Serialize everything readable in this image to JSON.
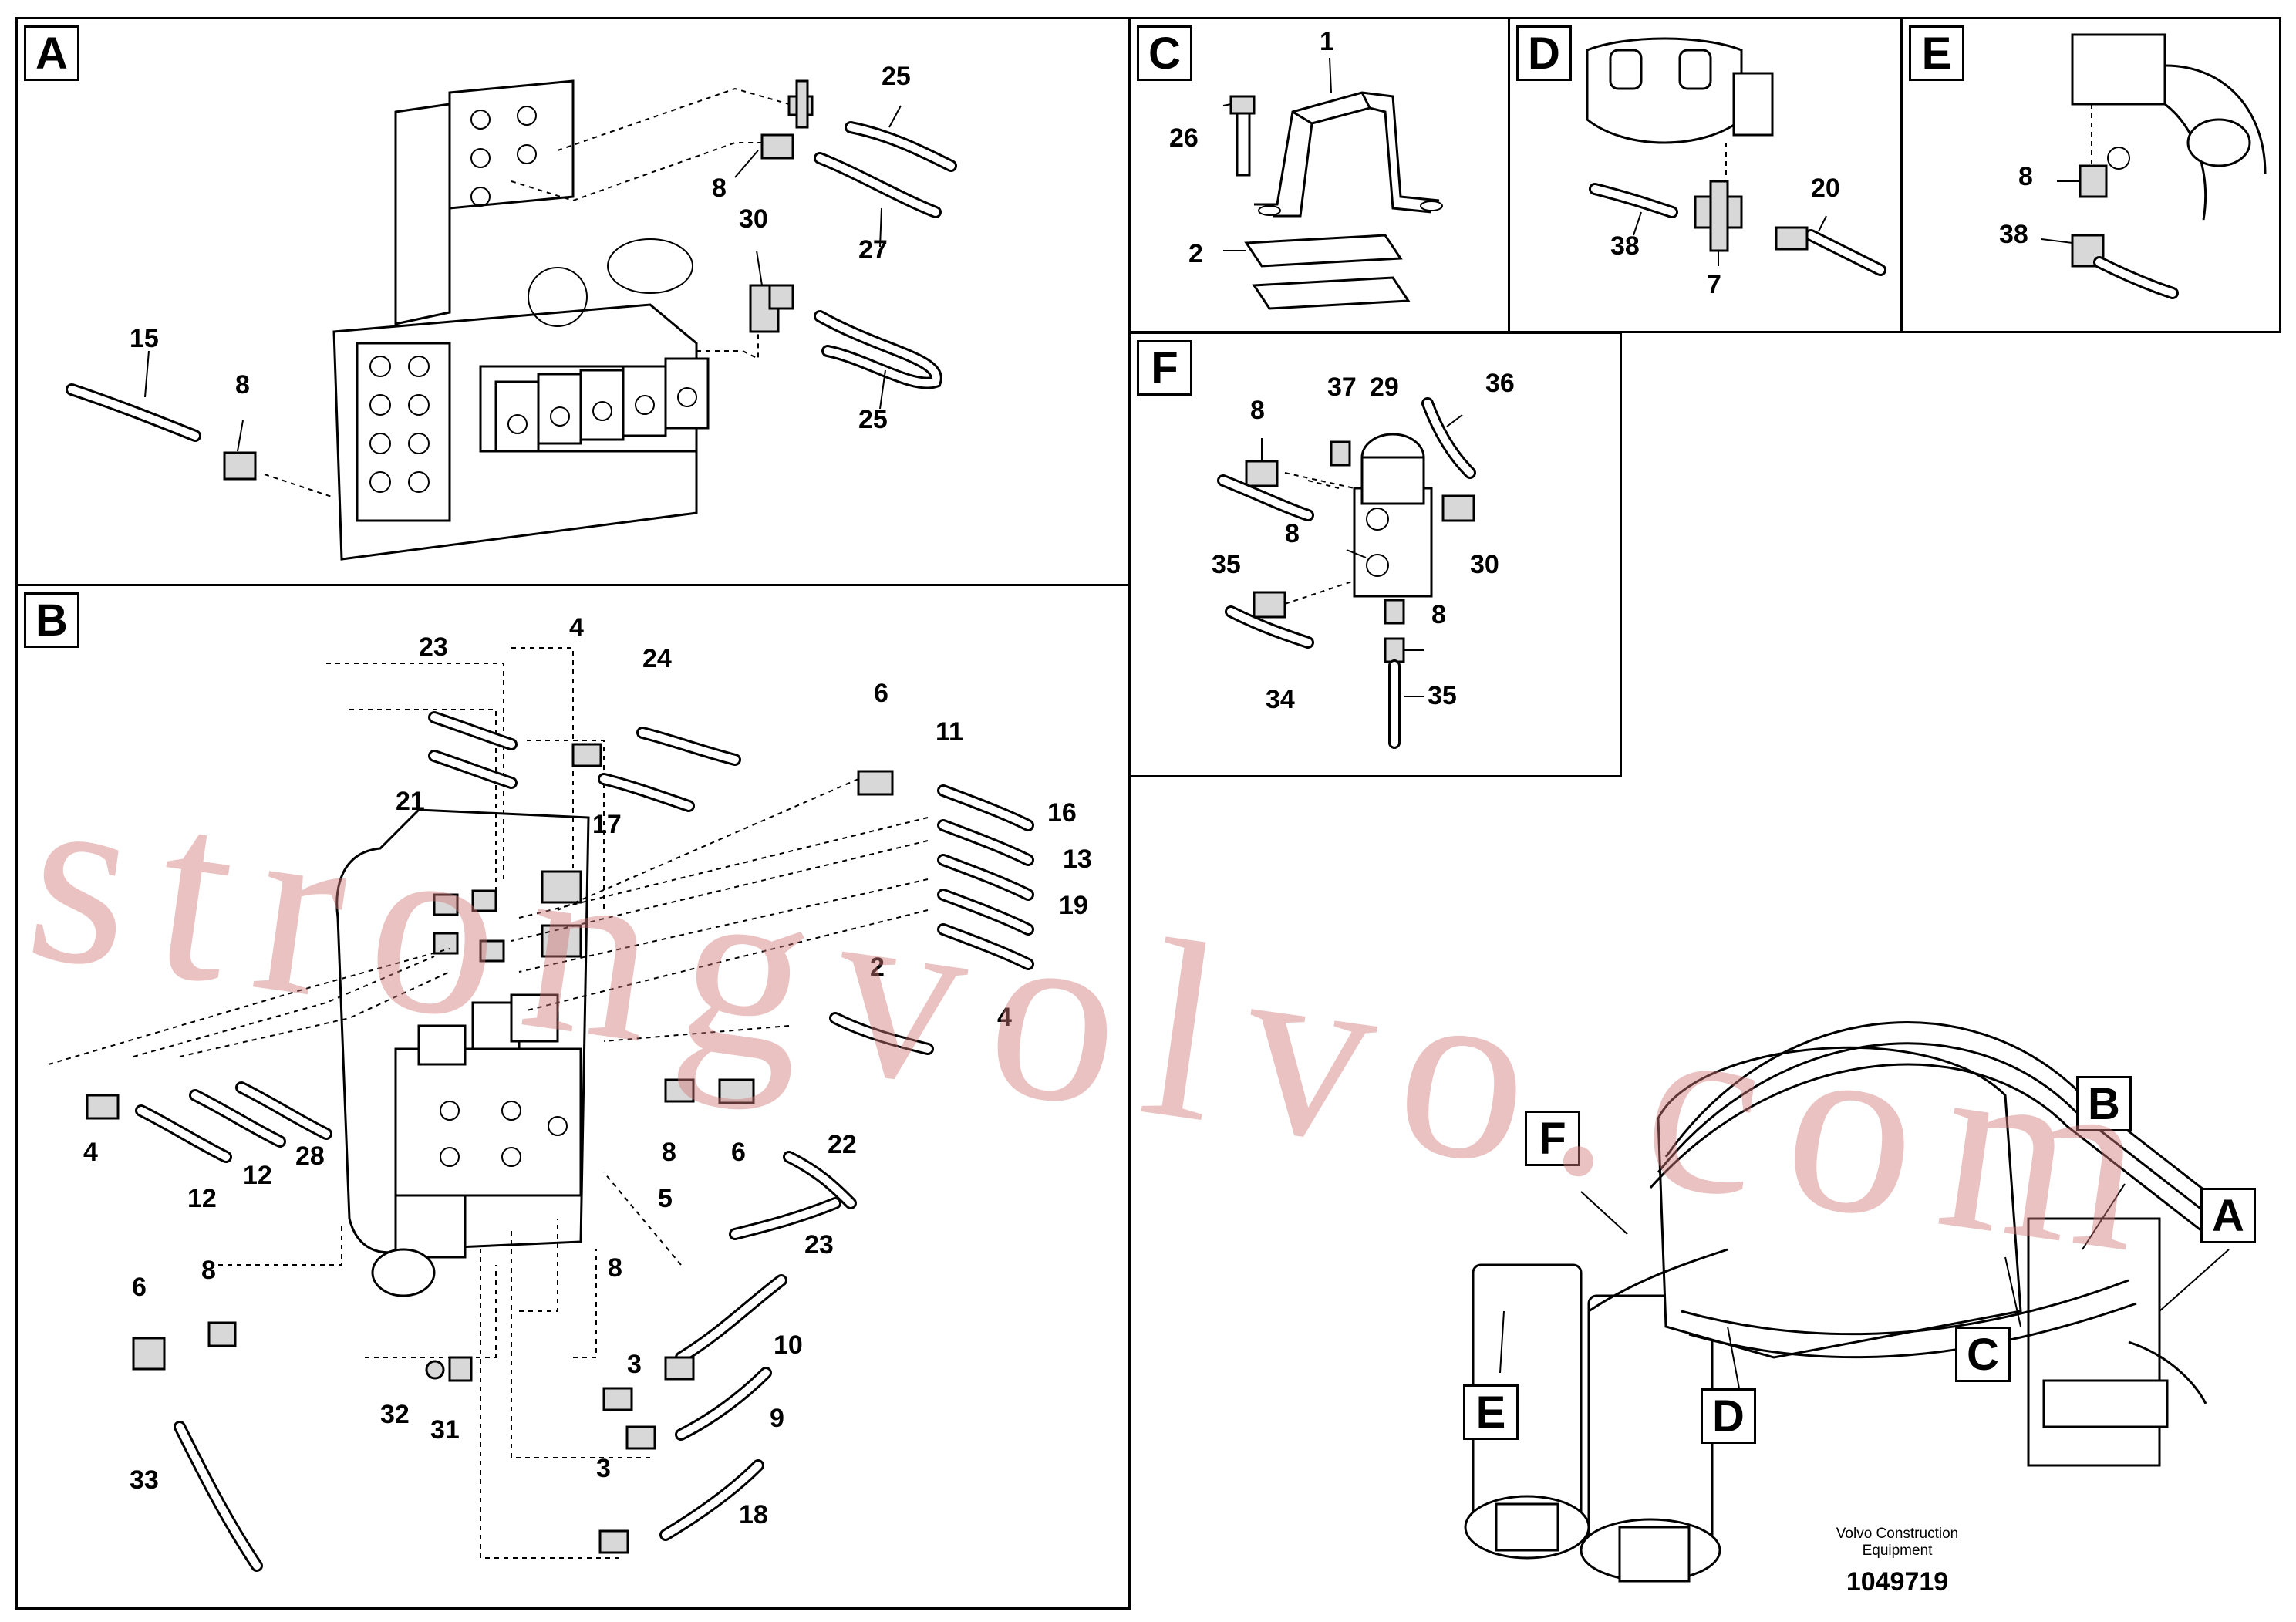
{
  "panels": {
    "A": {
      "label": "A",
      "callouts": [
        "25",
        "8",
        "30",
        "27",
        "15",
        "8",
        "25"
      ]
    },
    "B": {
      "label": "B",
      "callouts": [
        "23",
        "4",
        "24",
        "21",
        "17",
        "6",
        "11",
        "16",
        "13",
        "19",
        "2",
        "4",
        "4",
        "12",
        "12",
        "28",
        "8",
        "6",
        "22",
        "5",
        "23",
        "6",
        "8",
        "8",
        "10",
        "3",
        "9",
        "3",
        "18",
        "32",
        "31",
        "33"
      ]
    },
    "C": {
      "label": "C",
      "callouts": [
        "1",
        "26",
        "2"
      ]
    },
    "D": {
      "label": "D",
      "callouts": [
        "20",
        "38",
        "7"
      ]
    },
    "E": {
      "label": "E",
      "callouts": [
        "8",
        "38"
      ]
    },
    "F": {
      "label": "F",
      "callouts": [
        "8",
        "37",
        "29",
        "36",
        "8",
        "35",
        "30",
        "8",
        "34",
        "35"
      ]
    }
  },
  "overview": {
    "tags": [
      "F",
      "B",
      "A",
      "C",
      "E",
      "D"
    ]
  },
  "footer": {
    "company": "Volvo Construction",
    "company2": "Equipment",
    "drawing_number": "1049719"
  },
  "watermark": "strongvolvo.com"
}
